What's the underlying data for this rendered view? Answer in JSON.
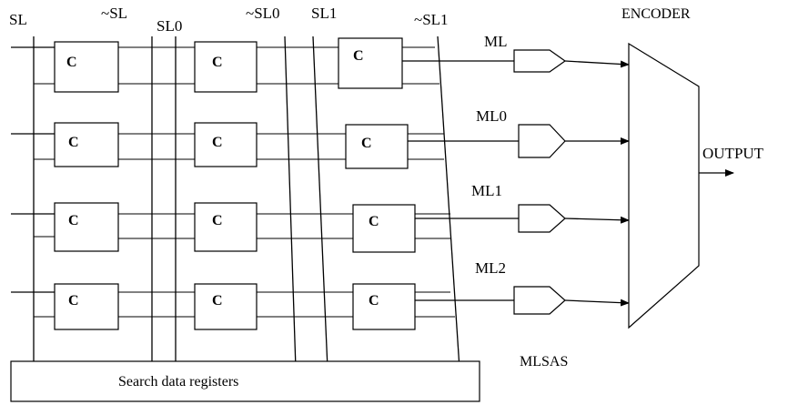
{
  "column_labels": {
    "sl": "SL",
    "sl_bar": "~SL",
    "sl0": "SL0",
    "sl0_bar": "~SL0",
    "sl1": "SL1",
    "sl1_bar": "~SL1"
  },
  "cell_label": "C",
  "match_lines": [
    "ML",
    "ML0",
    "ML1",
    "ML2"
  ],
  "encoder_label": "ENCODER",
  "output_label": "OUTPUT",
  "sense_amp_label": "MLSAS",
  "register_label": "Search data registers"
}
